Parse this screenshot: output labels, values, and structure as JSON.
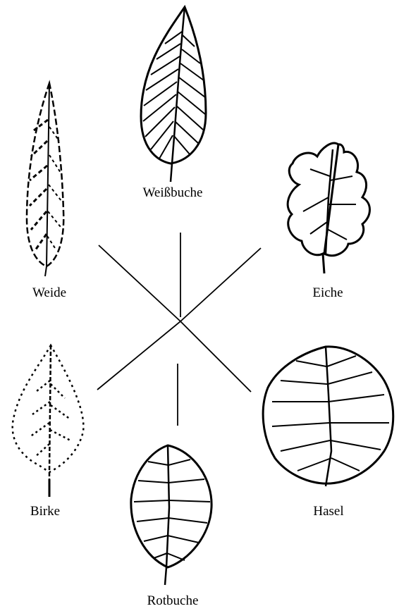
{
  "labels": {
    "weissbuche": "Weißbuche",
    "weide": "Weide",
    "eiche": "Eiche",
    "birke": "Birke",
    "hasel": "Hasel",
    "rotbuche": "Rotbuche"
  },
  "colors": {
    "ink": "#000000",
    "background": "#ffffff"
  }
}
